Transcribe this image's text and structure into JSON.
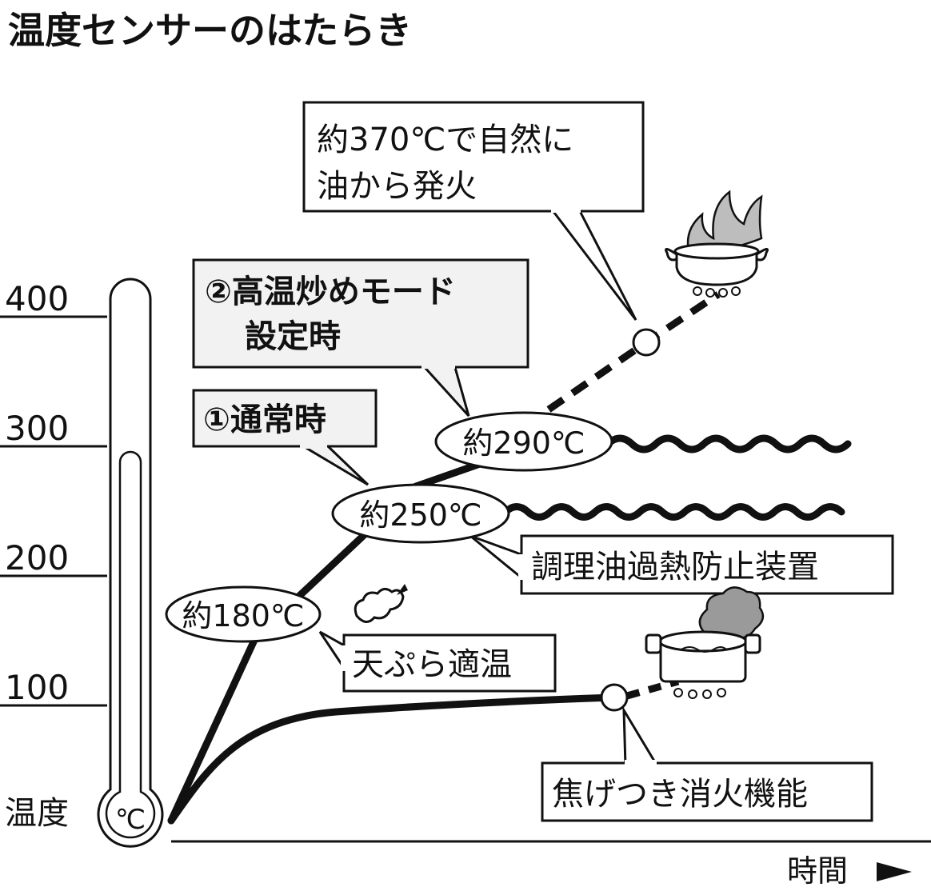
{
  "title": "温度センサーのはたらき",
  "axis": {
    "y_label": "温度",
    "x_label": "時間",
    "ticks": [
      "400",
      "300",
      "200",
      "100"
    ],
    "thermometer_unit": "℃"
  },
  "callouts": {
    "ignition": {
      "line1": "約370℃で自然に",
      "line2": "油から発火"
    },
    "high_mode": {
      "line1": "②高温炒めモード",
      "line2": "設定時"
    },
    "normal": {
      "text": "①通常時"
    },
    "overheat": {
      "text": "調理油過熱防止装置"
    },
    "tempura": {
      "text": "天ぷら適温"
    },
    "scorch": {
      "text": "焦げつき消火機能"
    }
  },
  "points": {
    "t180": "約180℃",
    "t250": "約250℃",
    "t290": "約290℃"
  },
  "icons": [
    "tempura-icon",
    "burning-pan-icon",
    "smoking-pot-icon",
    "time-arrow-icon",
    "thermometer-icon"
  ],
  "colors": {
    "ink": "#111111",
    "box_fill": "#f2f2f2",
    "flame_fill": "#bdbdbd",
    "smoke_fill": "#9a9a9a"
  }
}
